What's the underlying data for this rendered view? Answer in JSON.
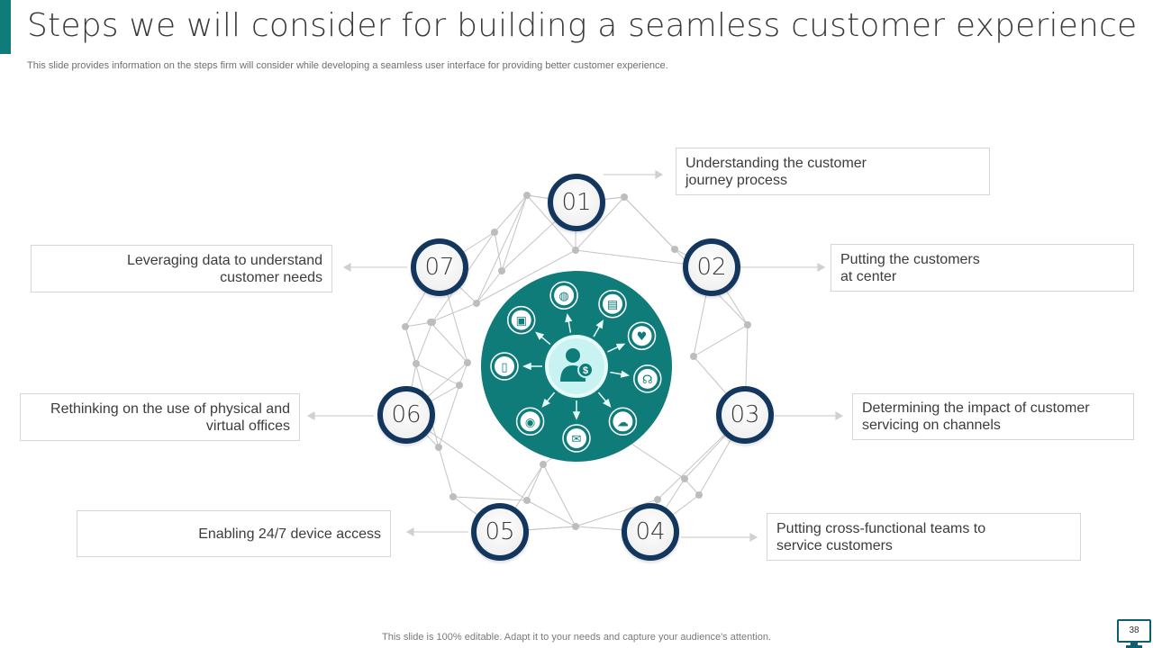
{
  "header": {
    "title": "Steps we will consider for building a seamless customer experience",
    "subtitle": "This slide provides information on the steps firm will consider while developing a seamless user interface for providing better customer experience."
  },
  "colors": {
    "accent": "#0f7c7a",
    "circle_border": "#12365e",
    "hub_fill": "#0f7c7a",
    "hub_center": "#c9f2f2",
    "network_line": "#c4c4c4",
    "node": "#bdbdbd"
  },
  "steps": [
    {
      "number": "01",
      "text_line1": "Understanding the customer",
      "text_line2": "journey process"
    },
    {
      "number": "02",
      "text_line1": "Putting the customers",
      "text_line2": "at center"
    },
    {
      "number": "03",
      "text_line1": "Determining the impact of customer",
      "text_line2": "servicing on channels"
    },
    {
      "number": "04",
      "text_line1": "Putting cross-functional teams to",
      "text_line2": "service customers"
    },
    {
      "number": "05",
      "text_line1": "Enabling 24/7 device access",
      "text_line2": ""
    },
    {
      "number": "06",
      "text_line1": "Rethinking on the use of physical and",
      "text_line2": "virtual offices"
    },
    {
      "number": "07",
      "text_line1": "Leveraging data to understand",
      "text_line2": "customer needs"
    }
  ],
  "hub": {
    "center_icon": "customer-dollar-icon",
    "satellite_icons": [
      "globe-icon",
      "clipboard-icon",
      "heart-icon",
      "headset-icon",
      "chat-bubbles-icon",
      "email-icon",
      "thumbs-up-icon",
      "smartphone-icon",
      "tablet-icon"
    ]
  },
  "footer": {
    "note": "This slide is 100% editable. Adapt it to your needs and capture your audience's attention.",
    "page_number": "38"
  }
}
